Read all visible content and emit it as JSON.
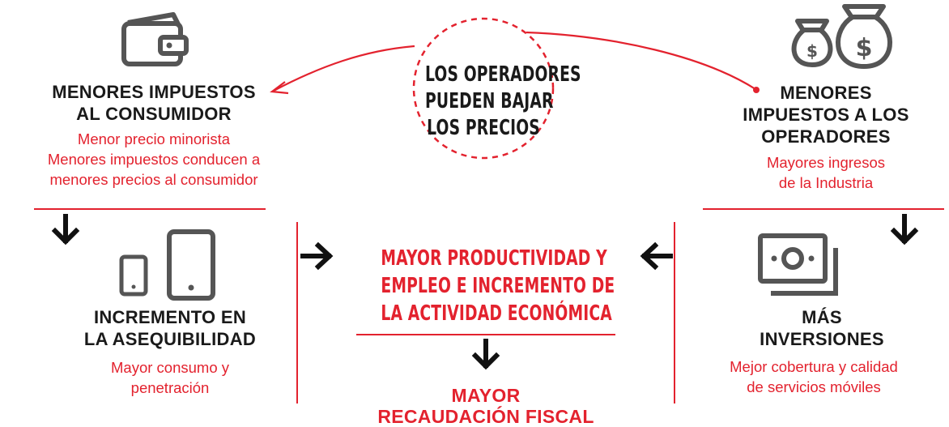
{
  "center_bubble": {
    "lines": [
      "LOS OPERADORES",
      "PUEDEN BAJAR",
      "LOS PRECIOS"
    ]
  },
  "consumer_taxes": {
    "title": [
      "MENORES IMPUESTOS",
      "AL CONSUMIDOR"
    ],
    "subtitle": [
      "Menor precio minorista",
      "Menores impuestos conducen a",
      "menores precios al consumidor"
    ]
  },
  "operator_taxes": {
    "title": [
      "MENORES",
      "IMPUESTOS A LOS",
      "OPERADORES"
    ],
    "subtitle": [
      "Mayores ingresos",
      "de la Industria"
    ]
  },
  "affordability": {
    "title": [
      "INCREMENTO EN",
      "LA ASEQUIBILIDAD"
    ],
    "subtitle": [
      "Mayor consumo y",
      "penetración"
    ]
  },
  "productivity": {
    "lines": [
      "MAYOR PRODUCTIVIDAD Y",
      "EMPLEO E INCREMENTO DE",
      "LA ACTIVIDAD ECONÓMICA"
    ]
  },
  "investments": {
    "title": [
      "MÁS",
      "INVERSIONES"
    ],
    "subtitle": [
      "Mejor cobertura y calidad",
      "de servicios móviles"
    ]
  },
  "fiscal": {
    "title": [
      "MAYOR",
      "RECAUDACIÓN FISCAL"
    ]
  },
  "colors": {
    "accent": "#e3222e",
    "text": "#1a1a1a",
    "icon": "#555555"
  },
  "icons": [
    "wallet-icon",
    "money-bags-icon",
    "phone-tablet-icon",
    "banknotes-icon",
    "arrow-down-icon",
    "arrow-right-icon",
    "arrow-left-icon"
  ]
}
